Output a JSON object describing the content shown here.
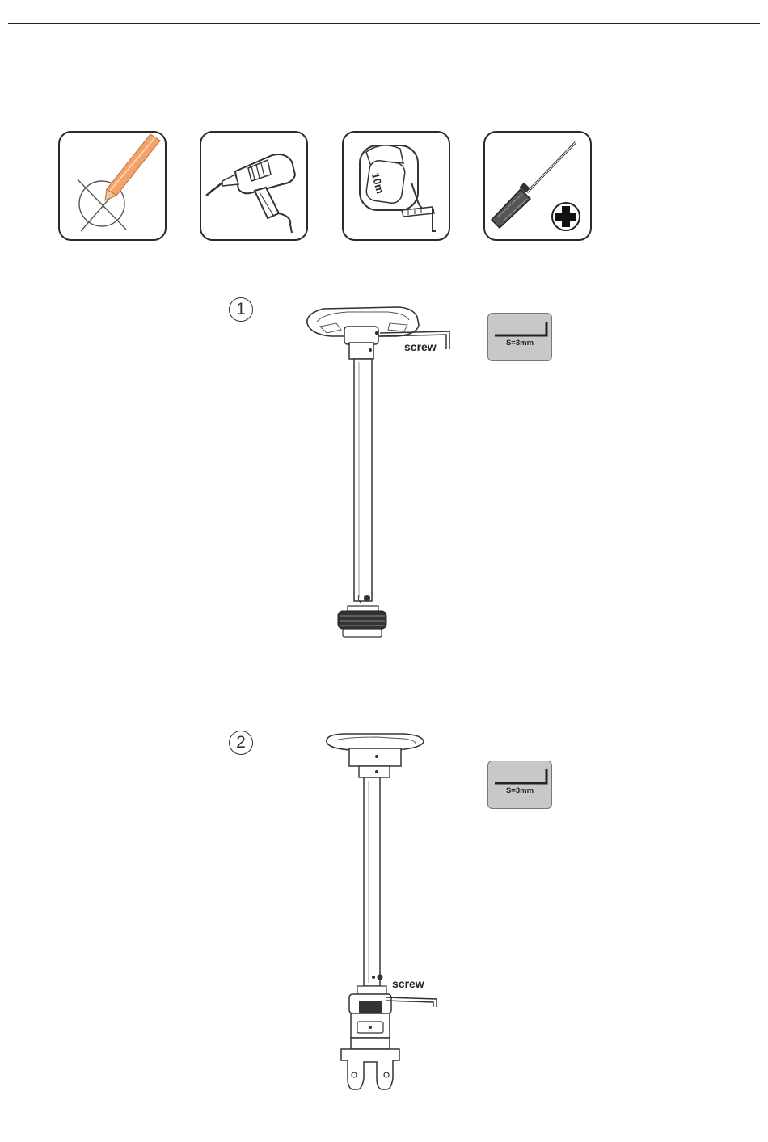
{
  "tools": [
    {
      "name": "pencil-mark-icon"
    },
    {
      "name": "drill-icon"
    },
    {
      "name": "tape-measure-icon",
      "label": "10m"
    },
    {
      "name": "phillips-screwdriver-icon"
    }
  ],
  "steps": [
    {
      "number": "1",
      "hexkey_label": "S=3mm",
      "screw_label": "screw"
    },
    {
      "number": "2",
      "hexkey_label": "S=3mm",
      "screw_label": "screw"
    }
  ]
}
